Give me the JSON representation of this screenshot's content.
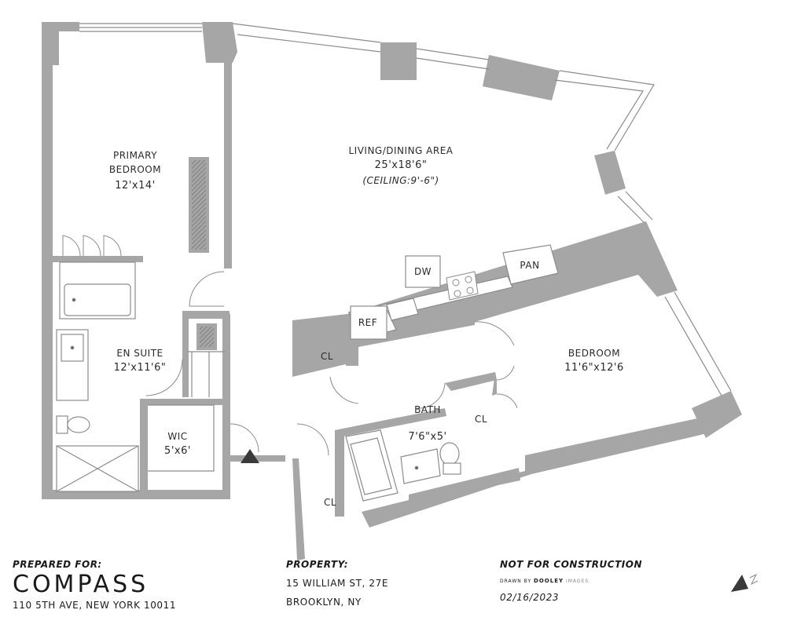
{
  "rooms": {
    "primary_bedroom": {
      "name_line1": "PRIMARY",
      "name_line2": "BEDROOM",
      "size": "12'x14'"
    },
    "living_dining": {
      "name": "LIVING/DINING AREA",
      "size": "25'x18'6\"",
      "ceiling": "(CEILING:9'-6\")"
    },
    "en_suite": {
      "name": "EN SUITE",
      "size": "12'x11'6\""
    },
    "wic": {
      "name": "WIC",
      "size": "5'x6'"
    },
    "bedroom": {
      "name": "BEDROOM",
      "size": "11'6\"x12'6"
    },
    "bath": {
      "name": "BATH",
      "size": "7'6\"x5'"
    },
    "cl_kitchen": {
      "name": "CL"
    },
    "cl_bedroom": {
      "name": "CL"
    },
    "cl_entry": {
      "name": "CL"
    }
  },
  "appliances": {
    "dw": "DW",
    "pan": "PAN",
    "ref": "REF"
  },
  "footer": {
    "prepared_for_label": "PREPARED FOR:",
    "brand": "COMPASS",
    "brand_address": "110 5TH AVE, NEW YORK 10011",
    "property_label": "PROPERTY:",
    "property_address": "15 WILLIAM ST, 27E",
    "property_city": "BROOKLYN, NY",
    "disclaimer": "NOT FOR CONSTRUCTION",
    "drawn_by_label": "DRAWN BY",
    "drawn_by_name": "DOOLEY",
    "drawn_by_suffix": "IMAGES",
    "date": "02/16/2023"
  },
  "colors": {
    "wall": "#a6a6a6",
    "line": "#8c8c8c",
    "text": "#2a2a2a"
  },
  "icons": {
    "north_arrow": "north-arrow-icon",
    "entry_marker": "entry-triangle-icon"
  }
}
